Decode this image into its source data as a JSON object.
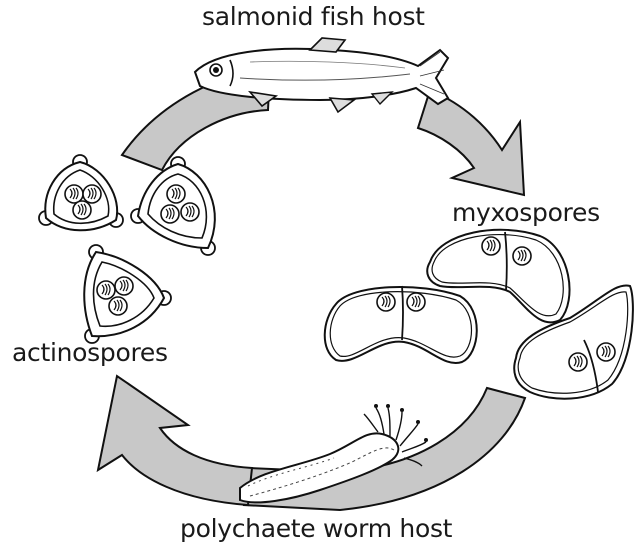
{
  "diagram": {
    "labels": {
      "fish_host": "salmonid fish host",
      "myxospores": "myxospores",
      "actinospores": "actinospores",
      "worm_host": "polychaete worm host"
    },
    "colors": {
      "arrow_fill": "#c8c8c8",
      "stroke": "#111111",
      "background": "#ffffff"
    }
  }
}
